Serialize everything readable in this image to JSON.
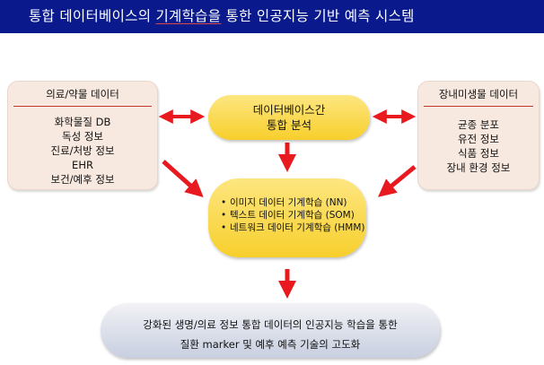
{
  "title": {
    "before": "통합 데이터베이스의 ",
    "highlight": "기계학습을",
    "after": " 통한 인공지능 기반 예측 시스템"
  },
  "left_box": {
    "header": "의료/약물 데이터",
    "items": [
      "화학물질 DB",
      "독성 정보",
      "진료/처방 정보",
      "EHR",
      "보건/예후 정보"
    ]
  },
  "right_box": {
    "header": "장내미생물 데이터",
    "items": [
      "균종 분포",
      "유전 정보",
      "식품 정보",
      "장내 환경 정보"
    ]
  },
  "center_analysis": {
    "line1": "데이터베이스간",
    "line2": "통합 분석"
  },
  "ml_box": {
    "items": [
      "이미지 데이터 기계학습 (NN)",
      "텍스트 데이터 기계학습 (SOM)",
      "네트워크 데이터 기계학습 (HMM)"
    ]
  },
  "goal_box": {
    "line1": "강화된 생명/의료 정보 통합 데이터의 인공지능 학습을 통한",
    "line2": "질환 marker 및 예후 예측 기술의 고도화"
  },
  "colors": {
    "title_bg": "#0a1a8c",
    "arrow": "#e8191f",
    "side_box_bg": "#f8e9e0",
    "yellow": "#f7cf2c",
    "goal_bg": "#c8cfe0"
  }
}
